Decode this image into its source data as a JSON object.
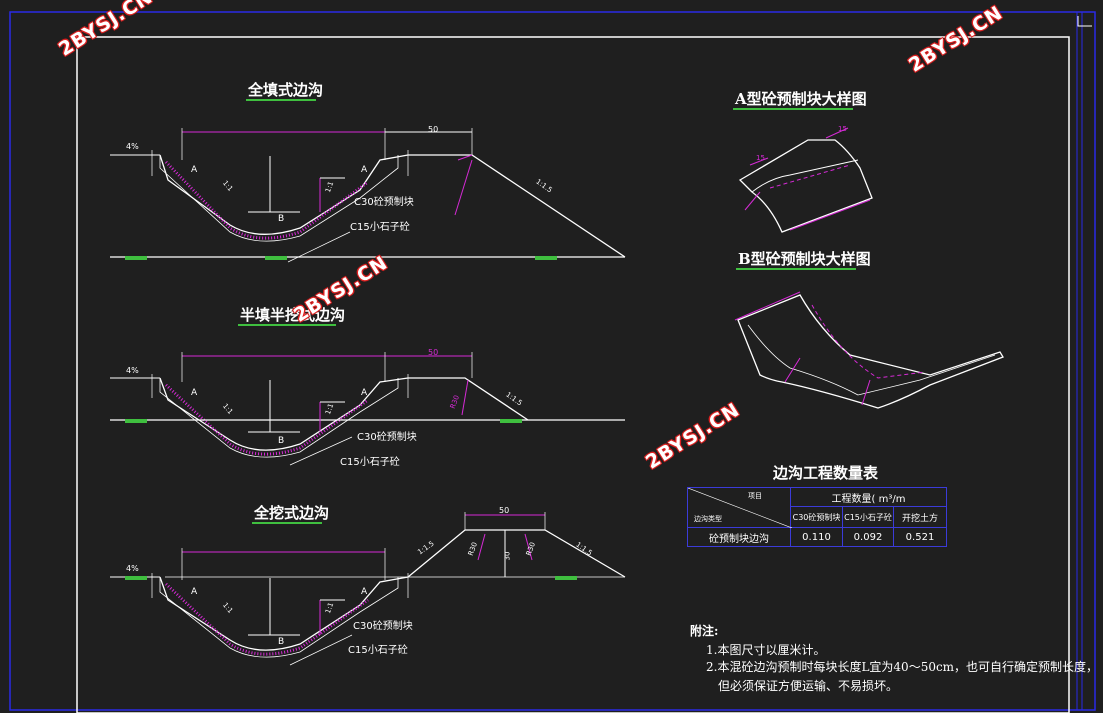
{
  "sections": {
    "full_fill": {
      "title": "全填式边沟"
    },
    "half_fill": {
      "title": "半填半挖式边沟"
    },
    "full_cut": {
      "title": "全挖式边沟"
    },
    "block_a": {
      "title": "A型砼预制块大样图"
    },
    "block_b": {
      "title": "B型砼预制块大样图"
    },
    "quantity": {
      "title": "边沟工程数量表"
    }
  },
  "labels": {
    "slope4": "4%",
    "dim50": "50",
    "ratio11": "1:1",
    "ratio15": "1:1.5",
    "c30": "C30砼预制块",
    "c15": "C15小石子砼",
    "a": "A",
    "b": "B",
    "r30": "R30",
    "dim30": "30",
    "dim15": "15"
  },
  "table": {
    "header_item": "项目",
    "header_qty": "工程数量( m³/m",
    "row_type": "边沟类型",
    "col1": "C30砼预制块",
    "col2": "C15小石子砼",
    "col3": "开挖土方",
    "row1_name": "砼预制块边沟",
    "v1": "0.110",
    "v2": "0.092",
    "v3": "0.521"
  },
  "notes": {
    "heading": "附注:",
    "n1": "1.本图尺寸以厘米计。",
    "n2": "2.本混砼边沟预制时每块长度L宜为40～50cm，也可自行确定预制长度，",
    "n3": "但必须保证方便运输、不易损坏。"
  },
  "watermark": "2BYSJ.CN",
  "colors": {
    "border": "#2a2ae6",
    "dim": "#d62ad6",
    "line": "#ffffff",
    "green": "#3fbf3f",
    "blue": "#3b3bd9"
  }
}
